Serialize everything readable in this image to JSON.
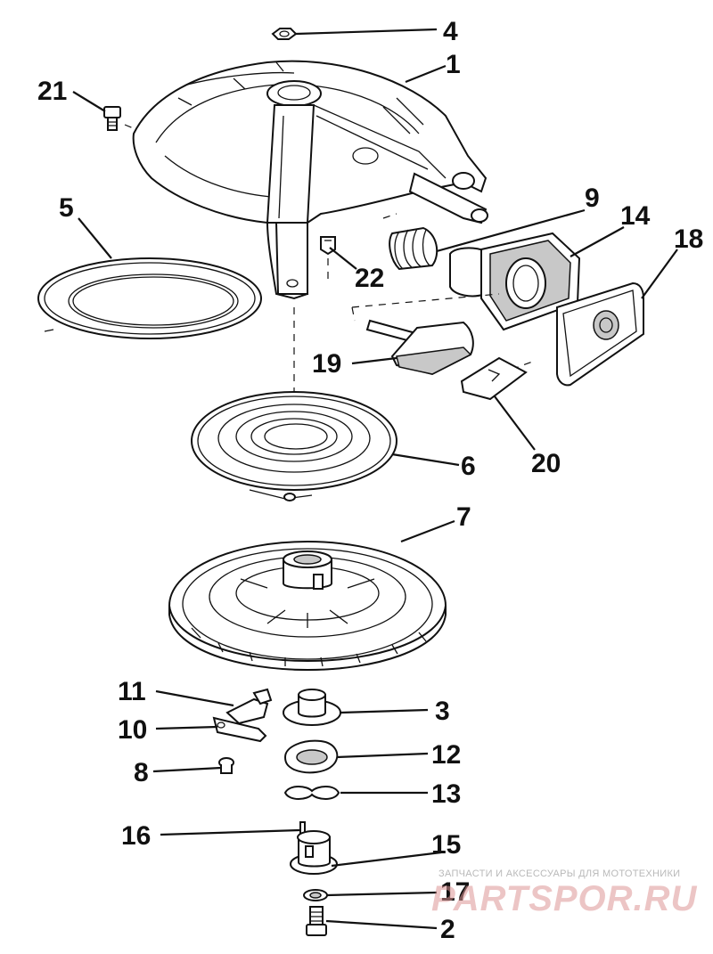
{
  "labels": [
    "1",
    "2",
    "3",
    "4",
    "5",
    "6",
    "7",
    "8",
    "9",
    "10",
    "11",
    "12",
    "13",
    "14",
    "15",
    "16",
    "17",
    "18",
    "19",
    "20",
    "21",
    "22"
  ],
  "watermark": {
    "top_text": "ЗАПЧАСТИ И АКСЕССУАРЫ ДЛЯ МОТОТЕХНИКИ",
    "main_text": "PARTSPOR.RU"
  },
  "colors": {
    "ink": "#111111",
    "watermark": "#d99a9a",
    "background": "#ffffff"
  }
}
